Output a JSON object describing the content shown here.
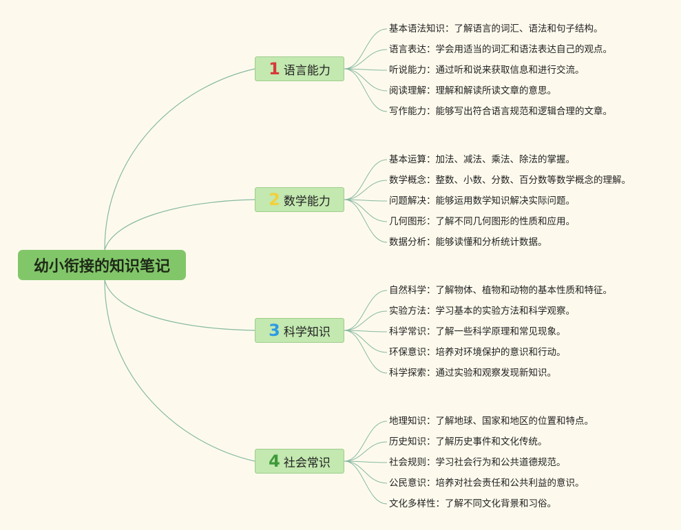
{
  "root": {
    "title": "幼小衔接的知识笔记"
  },
  "branches": [
    {
      "number": "1",
      "number_color": "#d63a3a",
      "title": "语言能力",
      "leaves": [
        "基本语法知识：了解语言的词汇、语法和句子结构。",
        "语言表达：学会用适当的词汇和语法表达自己的观点。",
        "听说能力：通过听和说来获取信息和进行交流。",
        "阅读理解：理解和解读所读文章的意思。",
        "写作能力：能够写出符合语言规范和逻辑合理的文章。"
      ]
    },
    {
      "number": "2",
      "number_color": "#f2d03b",
      "title": "数学能力",
      "leaves": [
        "基本运算：加法、减法、乘法、除法的掌握。",
        "数学概念：整数、小数、分数、百分数等数学概念的理解。",
        "问题解决：能够运用数学知识解决实际问题。",
        "几何图形：了解不同几何图形的性质和应用。",
        "数据分析：能够读懂和分析统计数据。"
      ]
    },
    {
      "number": "3",
      "number_color": "#2e9be3",
      "title": "科学知识",
      "leaves": [
        "自然科学：了解物体、植物和动物的基本性质和特征。",
        "实验方法：学习基本的实验方法和科学观察。",
        "科学常识：了解一些科学原理和常见现象。",
        "环保意识：培养对环境保护的意识和行动。",
        "科学探索：通过实验和观察发现新知识。"
      ]
    },
    {
      "number": "4",
      "number_color": "#3f9a3a",
      "title": "社会常识",
      "leaves": [
        "地理知识：了解地球、国家和地区的位置和特点。",
        "历史知识：了解历史事件和文化传统。",
        "社会规则：学习社会行为和公共道德规范。",
        "公民意识：培养对社会责任和公共利益的意识。",
        "文化多样性：了解不同文化背景和习俗。"
      ]
    }
  ],
  "colors": {
    "background": "#fdfaed",
    "root_fill": "#82c66a",
    "branch_fill": "#c3e8b0",
    "link_stroke": "#86b8a1"
  }
}
